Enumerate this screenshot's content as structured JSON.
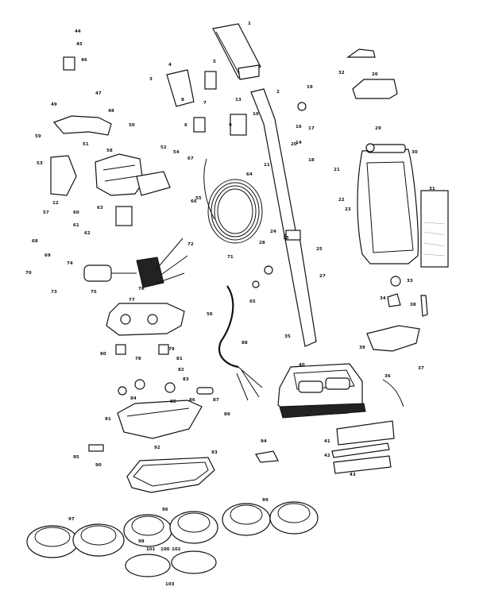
{
  "part_labels": [
    "1",
    "2",
    "3",
    "4",
    "5",
    "6",
    "7",
    "8",
    "9",
    "10",
    "11",
    "12",
    "13",
    "14",
    "15",
    "16",
    "17",
    "18",
    "19",
    "20",
    "21",
    "22",
    "23",
    "24",
    "25",
    "26",
    "27",
    "28",
    "29",
    "30",
    "31",
    "32",
    "33",
    "34",
    "35",
    "36",
    "37",
    "38",
    "39",
    "40",
    "41",
    "42",
    "43",
    "44",
    "45",
    "46",
    "47",
    "48",
    "49",
    "50",
    "51",
    "52",
    "53",
    "54",
    "55",
    "56",
    "57",
    "58",
    "59",
    "60",
    "61",
    "62",
    "63",
    "64",
    "65",
    "66",
    "67",
    "68",
    "69",
    "70",
    "71",
    "72",
    "73",
    "74",
    "75",
    "76",
    "77",
    "78",
    "79",
    "80",
    "81",
    "82",
    "83",
    "84",
    "85",
    "86",
    "87",
    "88",
    "89",
    "90",
    "91",
    "92",
    "93",
    "94",
    "95",
    "96",
    "97",
    "98",
    "99",
    "100",
    "101",
    "102",
    "103"
  ],
  "sheet_note": "Exploded parts diagram (line art)"
}
